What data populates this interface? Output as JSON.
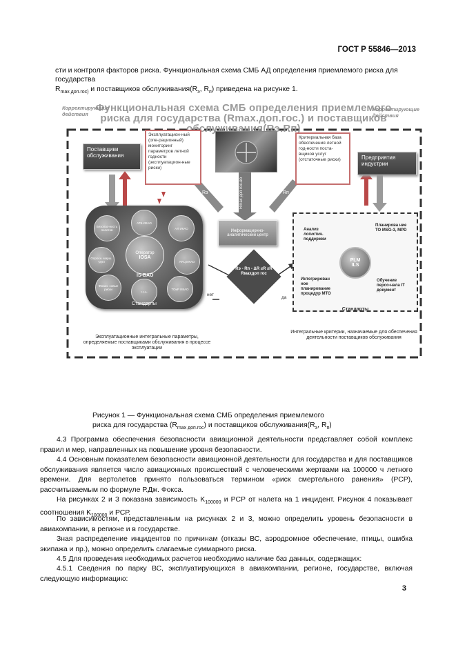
{
  "header": {
    "doc_id": "ГОСТ Р 55846—2013"
  },
  "intro": {
    "line1": "сти и контроля факторов риска. Функциональная схема СМБ АД определения приемлемого риска для",
    "line2": "государства",
    "line3_a": "R",
    "line3_sub": "max доп.гос)",
    "line3_b": " и поставщиков обслуживания(R",
    "line3_sub2": "э",
    "line3_c": ", R",
    "line3_sub3": "п",
    "line3_d": ") приведена на рисунке 1."
  },
  "figure": {
    "title_line1": "Функциональная схема СМБ определения приемлемого",
    "title_line2": "риска для государства (Rmax.доп.гос.) и поставщиков",
    "title_line3": "обслуживания(Rэ.Rп)",
    "corr_left_1": "Корректирующие",
    "corr_left_2": "действия",
    "corr_right_1": "Корректирующие",
    "corr_right_2": "действия",
    "suppliers": "Поставщики обслуживания",
    "monitoring": "Эксплуатацион-ный (опе-рационный) мониторинг параметров летной годности (эксплуатацион-ные риски)",
    "criteria_base": "Критериальная база обеспечения летной год-ности поста-вщиков услуг (отстаточные риски)",
    "industry": "Предприятия индустрии",
    "rmax_label": "Rmax доп гос-во",
    "re_label": "Rэ",
    "rp_label": "Rп",
    "info_center": "Информационно-аналитический центр",
    "diamond": "Rэ - Rп - ΔR ≤R ≤R Rмахдоп гос",
    "no_label": "нет",
    "yes_label": "да",
    "orbs": [
      "Безопас-ность полетов",
      "АТБ ИКАО",
      "АЛ ИКАО",
      "Опросн. марш. -рукт",
      "АРЦ ИКАО",
      "Финан. совые риски",
      "т.т.А.",
      "ТОиР ИКАО"
    ],
    "center_orb_line1": "Оператор",
    "center_orb_line2": "IOSA",
    "isbao": "IS-BAO",
    "standards_left": "Стандарты",
    "rp_analysis": "Анализ логистич. поддержки",
    "rp_planning": "Планирова ние ТО MSG-3, MPD",
    "plm_line1": "PLM",
    "plm_line2": "ILS",
    "rp_integrated": "Интегрирован ное планирование процедур МТО",
    "rp_training": "Обучение персо-нала IT документ",
    "standards_right": "Стандарты",
    "caption_left": "Эксплуатационные интегральные параметры, определяемые поставщиками обслуживания в процессе эксплуатации",
    "caption_right": "Интегральные критерии, назначаемые для обеспечения деятельности поставщиков обслуживания"
  },
  "caption": {
    "line1": "Рисунок 1 — Функциональная схема СМБ определения приемлемого",
    "line2_a": "риска для государства (R",
    "line2_sub": "max доп.гос",
    "line2_b": ") и поставщиков обслуживания(R",
    "line2_sub2": "э",
    "line2_c": ", R",
    "line2_sub3": "п",
    "line2_d": ")"
  },
  "body": {
    "p43": "4.3 Программа обеспечения безопасности авиационной деятельности представляет собой комплекс правил и мер, направленных на повышение уровня безопасности.",
    "p44": "4.4 Основным показателем безопасности авиационной деятельности для государства и для поставщиков обслуживания является число авиационных происшествий с человеческими жертвами на 100000 ч летного времени. Для вертолетов принято пользоваться термином «риск смертельного ранения» (РСР), рассчитываемым по формуле Р.Дж. Фокса.",
    "p_fig_a": "На рисунках 2 и 3 показана зависимость K",
    "p_fig_sub": "100000",
    "p_fig_b": " и РСР от налета на 1 инцидент. Рисунок 4 показывает соотношения K",
    "p_fig_sub2": "100000",
    "p_fig_c": " и РСР.",
    "p_dep": "По зависимостям, представленным на рисунках 2 и 3, можно определить уровень безопасности в авиакомпании, в регионе и в государстве.",
    "p_know": "Зная распределение инцидентов по причинам (отказы ВС, аэродромное обеспечение, птицы, ошибка экипажа и пр.), можно определить слагаемые суммарного риска.",
    "p45": "4.5 Для проведения необходимых расчетов необходимо наличие баз данных, содержащих:",
    "p451": "4.5.1 Сведения по парку ВС, эксплуатирующихся в авиакомпании, регионе, государстве, включая следующую информацию:"
  },
  "page_number": "3"
}
